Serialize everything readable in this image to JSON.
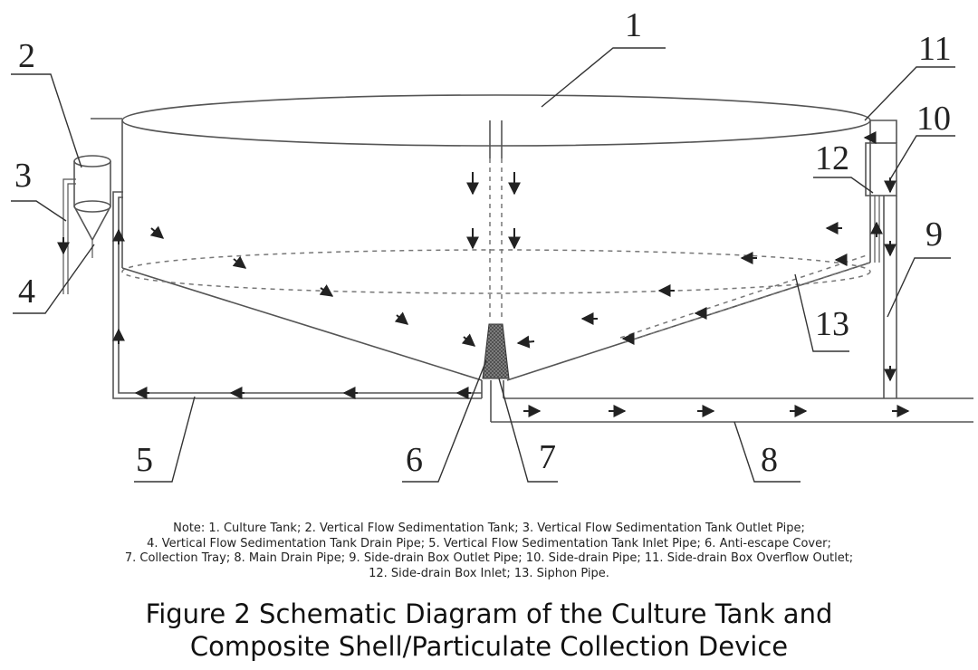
{
  "diagram": {
    "callouts": [
      "1",
      "2",
      "3",
      "4",
      "5",
      "6",
      "7",
      "8",
      "9",
      "10",
      "11",
      "12",
      "13"
    ]
  },
  "note": {
    "lines": [
      "Note: 1. Culture Tank; 2. Vertical Flow Sedimentation Tank; 3. Vertical Flow Sedimentation Tank Outlet Pipe;",
      "4. Vertical Flow Sedimentation Tank Drain Pipe; 5. Vertical Flow Sedimentation Tank Inlet Pipe; 6. Anti-escape Cover;",
      "7. Collection Tray; 8. Main Drain Pipe; 9. Side-drain Box Outlet Pipe; 10. Side-drain Pipe; 11. Side-drain Box Overflow Outlet;",
      "12. Side-drain Box Inlet; 13. Siphon Pipe."
    ]
  },
  "caption": {
    "line1": "Figure 2 Schematic Diagram of the Culture Tank and",
    "line2": "Composite Shell/Particulate Collection Device"
  }
}
